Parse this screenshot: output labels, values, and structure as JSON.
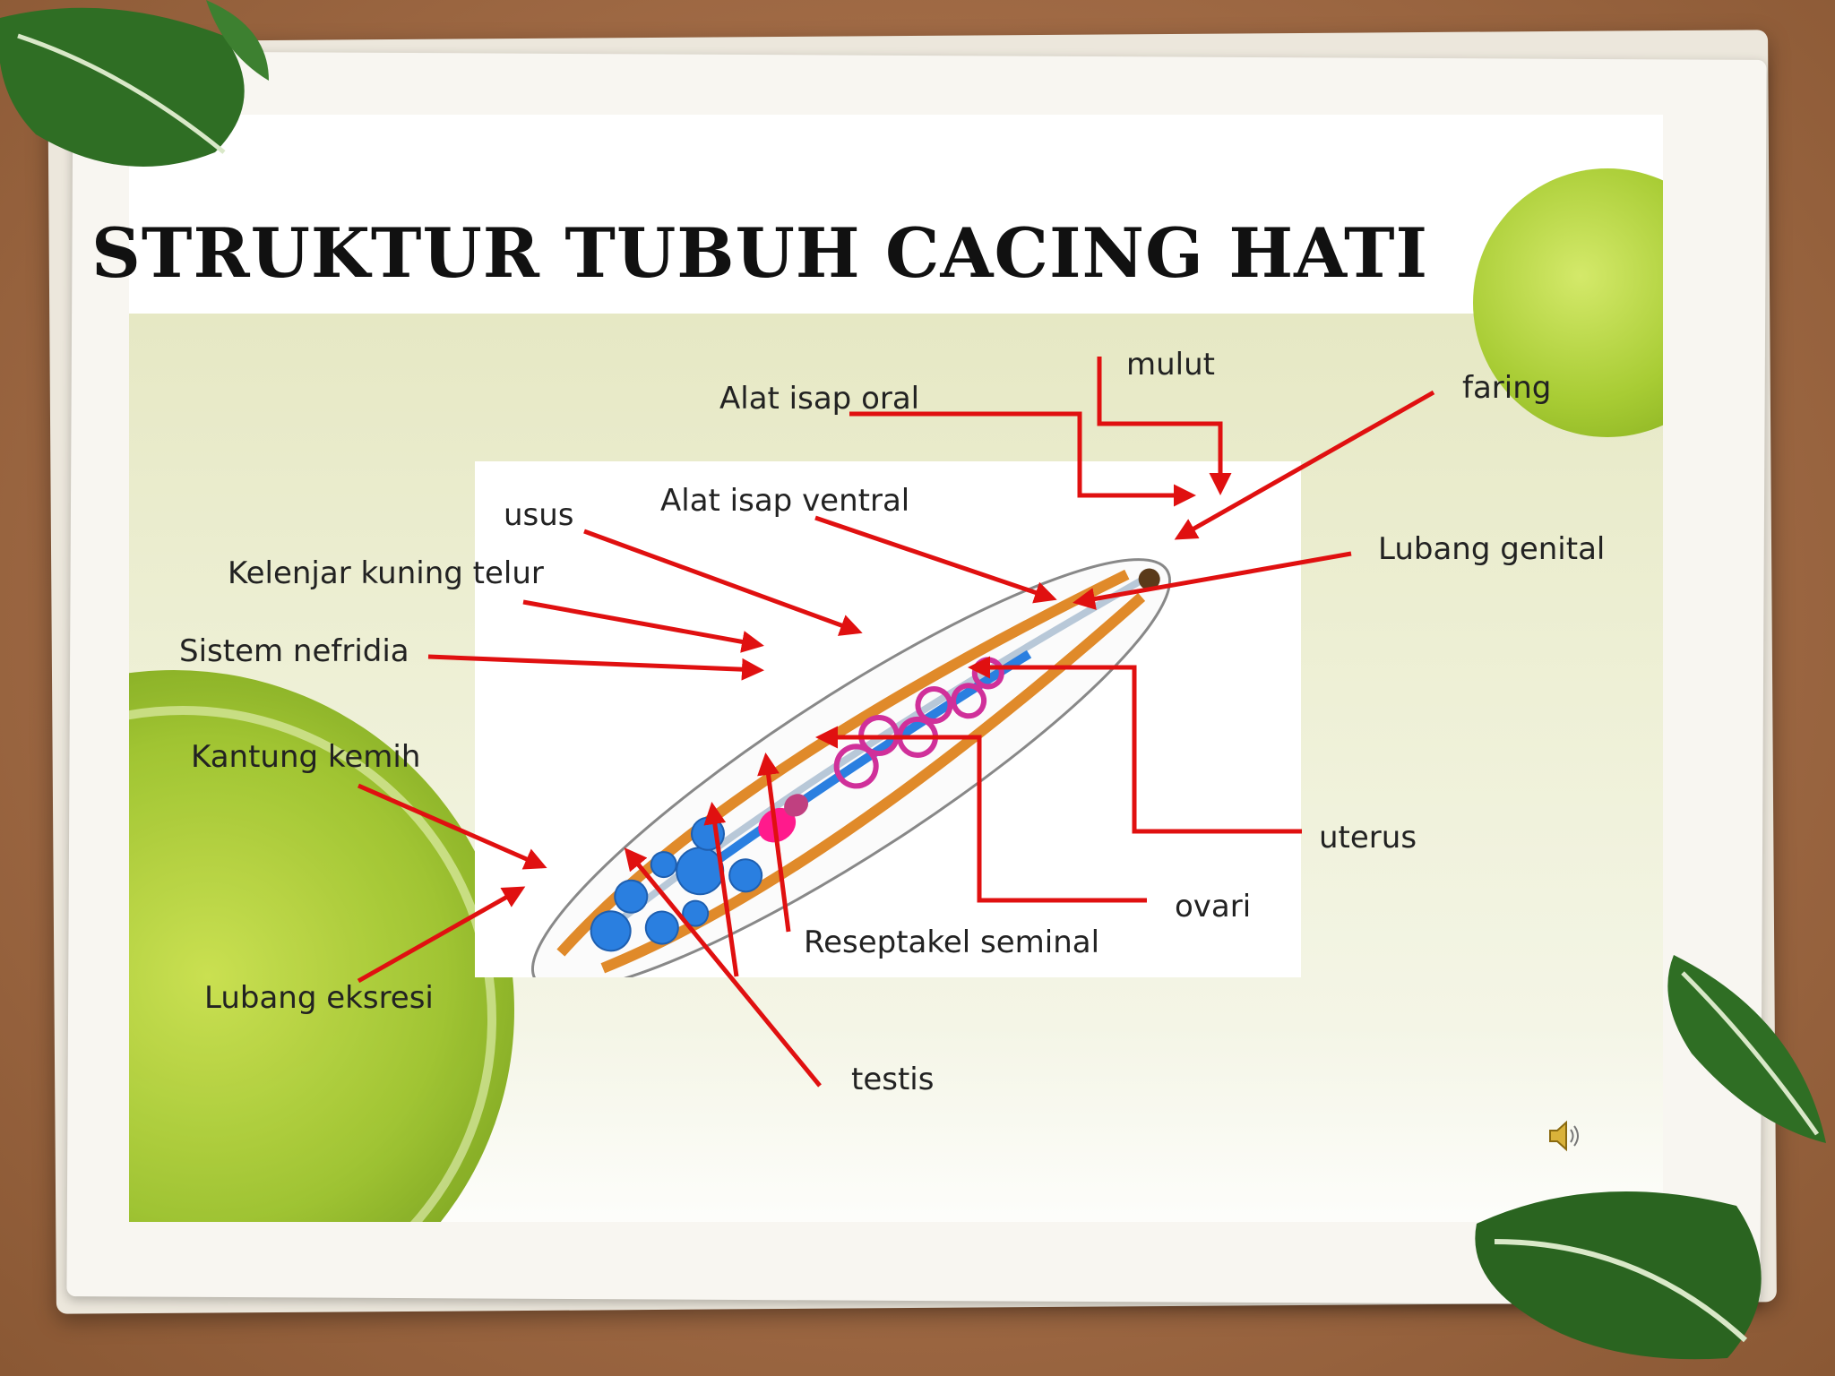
{
  "slide": {
    "title": "STRUKTUR TUBUH CACING HATI"
  },
  "labels": {
    "mulut": "mulut",
    "alat_isap_oral": "Alat isap oral",
    "faring": "faring",
    "usus": "usus",
    "alat_isap_ventral": "Alat isap ventral",
    "lubang_genital": "Lubang genital",
    "kelenjar_kuning_telur": "Kelenjar kuning telur",
    "sistem_nefridia": "Sistem nefridia",
    "kantung_kemih": "Kantung kemih",
    "uterus": "uterus",
    "ovari": "ovari",
    "reseptakel_seminal": "Reseptakel seminal",
    "lubang_eksresi": "Lubang eksresi",
    "testis": "testis"
  },
  "icons": {
    "speaker": "speaker-icon",
    "leaves": "leaf-decoration"
  },
  "colors": {
    "arrow": "#e01010",
    "nephridia": "#2a7fe0",
    "uterus": "#d0309a",
    "vitelline": "#e08a2a",
    "background": "#a06a45"
  }
}
